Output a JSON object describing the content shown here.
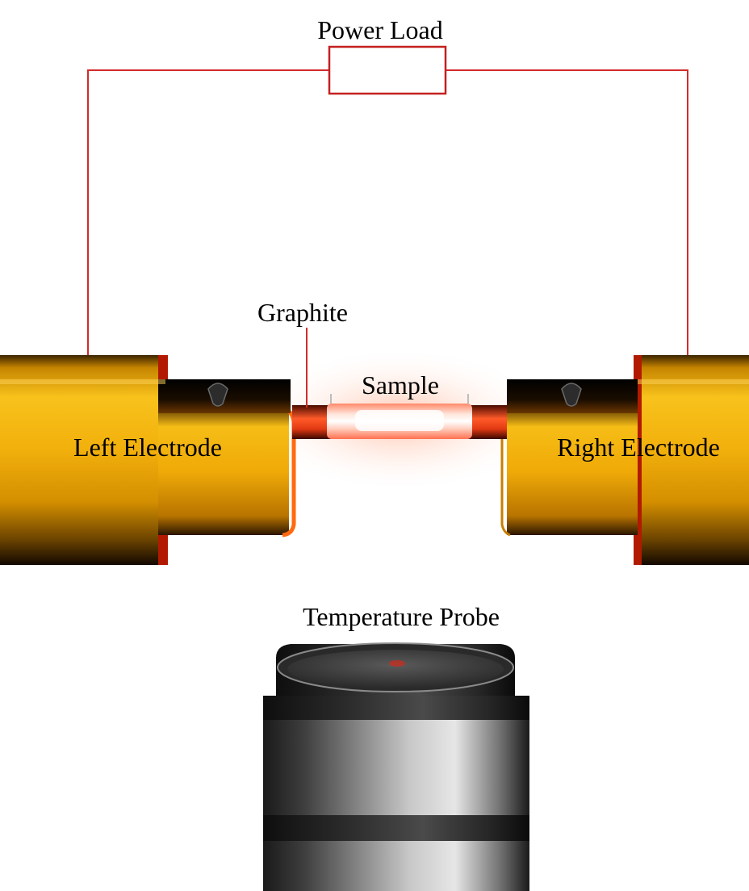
{
  "labels": {
    "power_load": "Power Load",
    "graphite": "Graphite",
    "sample": "Sample",
    "left_electrode": "Left Electrode",
    "right_electrode": "Right Electrode",
    "temperature_probe": "Temperature Probe"
  },
  "colors": {
    "wire": "#d42a2a",
    "electrode_gold": "#f2b00c",
    "electrode_dark": "#2a1b00",
    "hot_glow": "#ff6a3d",
    "probe_body": "#6b6b6b",
    "probe_dark": "#1e1e1e"
  }
}
